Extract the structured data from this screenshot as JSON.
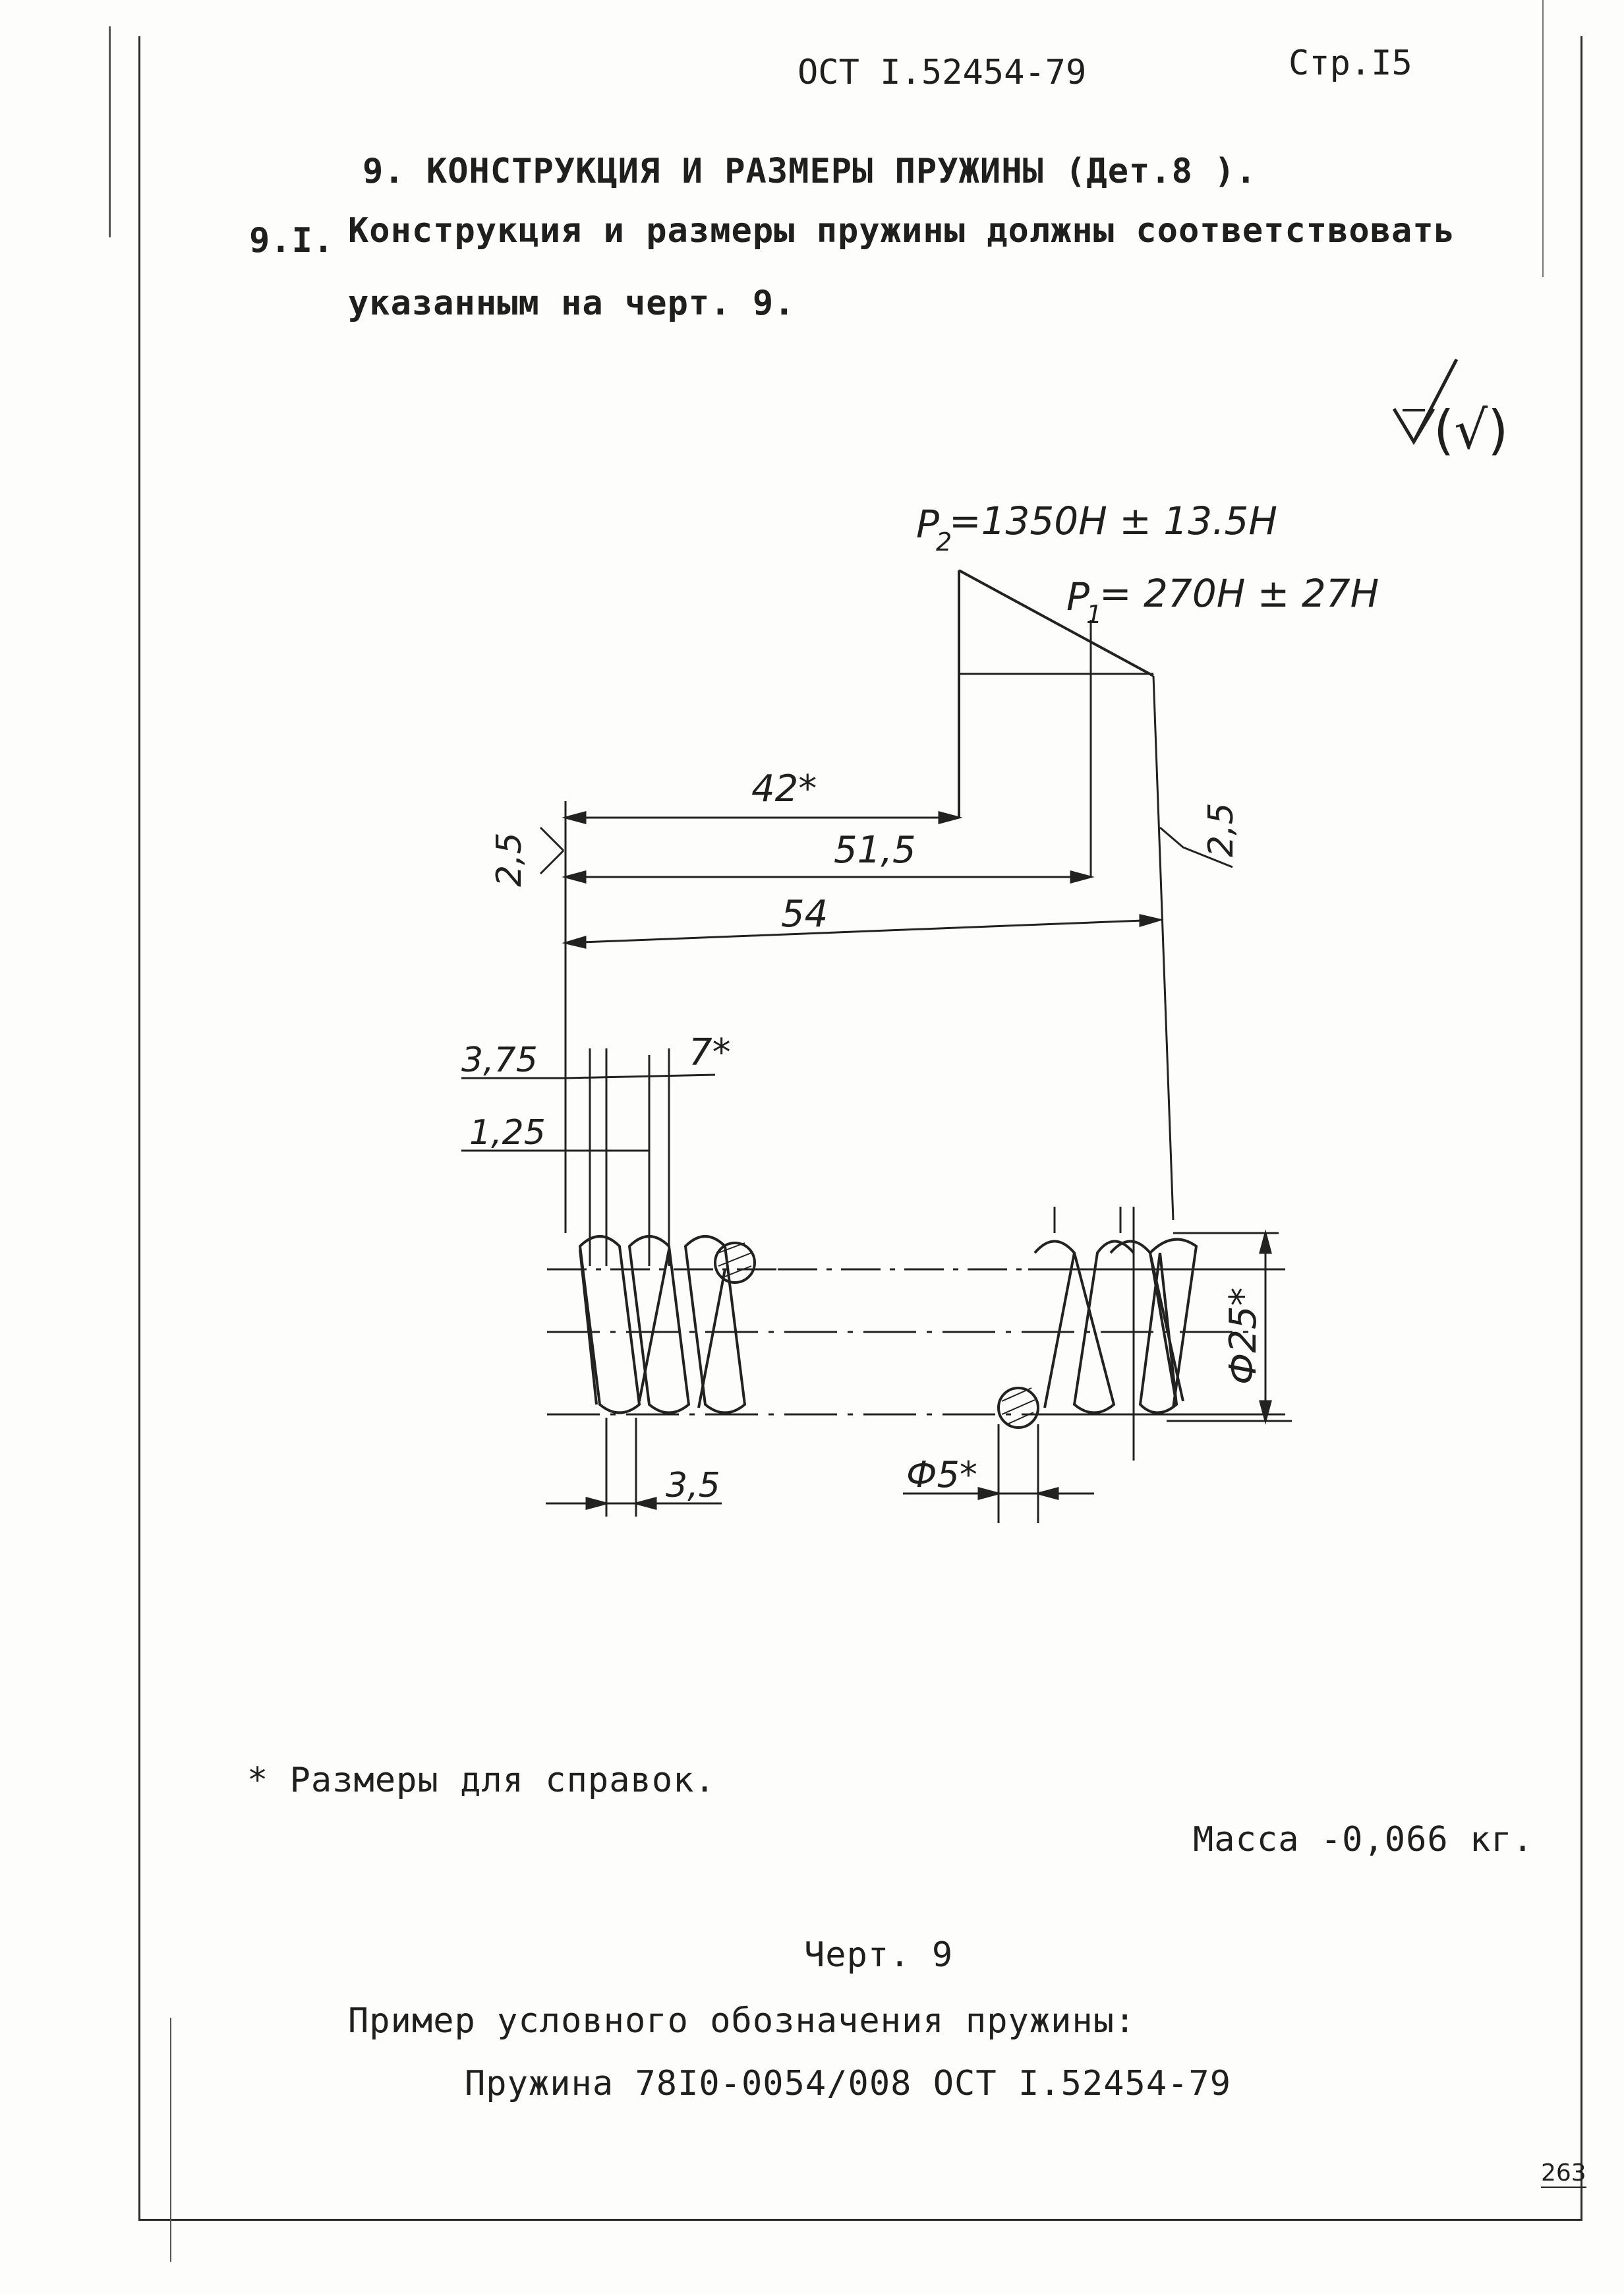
{
  "header": {
    "standard": "ОСТ I.52454-79",
    "page": "Стр.I5"
  },
  "section": {
    "title": "9. КОНСТРУКЦИЯ И РАЗМЕРЫ ПРУЖИНЫ (Дет.8 ).",
    "clause_number": "9.I.",
    "clause_line1": "Конструкция и размеры пружины должны соответствовать",
    "clause_line2": "указанным на черт. 9."
  },
  "drawing": {
    "roughness": "(√)",
    "p2_label": "P",
    "p2_sub": "2",
    "p2_value": "=1350Н ± 13.5Н",
    "p1_label": "P",
    "p1_sub": "1",
    "p1_value": "= 270Н ± 27Н",
    "dim_42": "42*",
    "dim_51_5": "51,5",
    "dim_54": "54",
    "dim_2_5_left": "2,5",
    "dim_2_5_right": "2,5",
    "dim_3_75": "3,75",
    "dim_1_25": "1,25",
    "dim_7": "7*",
    "dim_3_5": "3,5",
    "dim_d5": "Ф5*",
    "dim_d25": "Ф25*"
  },
  "notes": {
    "reference": "* Размеры для справок.",
    "mass": "Масса -0,066 кг.",
    "figure": "Черт. 9",
    "example_intro": "Пример условного обозначения пружины:",
    "example_designation": "Пружина 78I0-0054/008  ОСТ I.52454-79"
  },
  "footer": {
    "sheet_number": "263"
  }
}
